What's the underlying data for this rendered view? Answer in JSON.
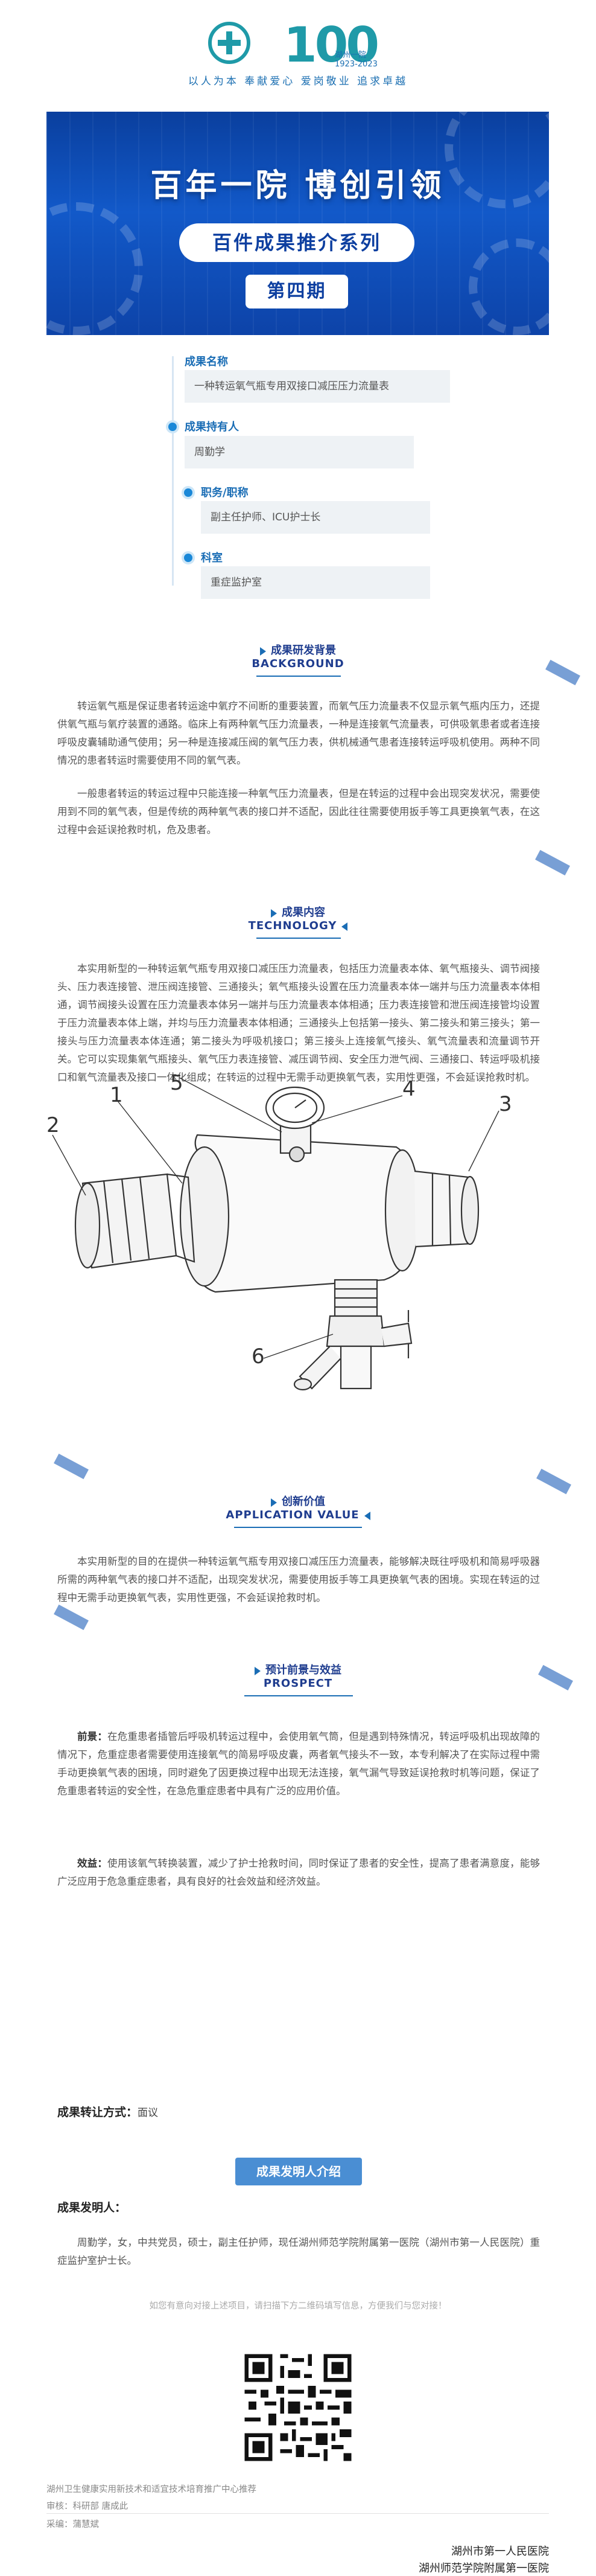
{
  "header": {
    "logo_number": "100",
    "logo_caption": "湖州一院",
    "logo_years": "1923-2023",
    "slogan": "以人为本   奉献爱心   爱岗敬业   追求卓越"
  },
  "banner": {
    "title": "百年一院 博创引领",
    "subtitle": "百件成果推介系列",
    "issue": "第四期"
  },
  "info": {
    "result_name_label": "成果名称",
    "result_name": "一种转运氧气瓶专用双接口减压压力流量表",
    "holder_label": "成果持有人",
    "holder": "周勤学",
    "title_label": "职务/职称",
    "title": "副主任护师、ICU护士长",
    "dept_label": "科室",
    "dept": "重症监护室"
  },
  "sections": {
    "background": {
      "cn": "成果研发背景",
      "en": "BACKGROUND"
    },
    "technology": {
      "cn": "成果内容",
      "en": "TECHNOLOGY"
    },
    "value": {
      "cn": "创新价值",
      "en": "APPLICATION VALUE"
    },
    "prospect": {
      "cn": "预计前景与效益",
      "en": "PROSPECT"
    }
  },
  "text": {
    "bg_p1": "转运氧气瓶是保证患者转运途中氧疗不间断的重要装置，而氧气压力流量表不仅显示氧气瓶内压力，还提供氧气瓶与氧疗装置的通路。临床上有两种氧气压力流量表，一种是连接氧气流量表，可供吸氧患者或者连接呼吸皮囊辅助通气使用；另一种是连接减压阀的氧气压力表，供机械通气患者连接转运呼吸机使用。两种不同情况的患者转运时需要使用不同的氧气表。",
    "bg_p2": "一般患者转运的转运过程中只能连接一种氧气压力流量表，但是在转运的过程中会出现突发状况，需要使用到不同的氧气表，但是传统的两种氧气表的接口并不适配，因此往往需要使用扳手等工具更换氧气表，在这过程中会延误抢救时机，危及患者。",
    "tech_p1": "本实用新型的一种转运氧气瓶专用双接口减压压力流量表，包括压力流量表本体、氧气瓶接头、调节阀接头、压力表连接管、泄压阀连接管、三通接头；氧气瓶接头设置在压力流量表本体一端并与压力流量表本体相通，调节阀接头设置在压力流量表本体另一端并与压力流量表本体相通；压力表连接管和泄压阀连接管均设置于压力流量表本体上端，并均与压力流量表本体相通；三通接头上包括第一接头、第二接头和第三接头；第一接头与压力流量表本体连通；第二接头为呼吸机接口；第三接头上连接氧气接头、氧气流量表和流量调节开关。它可以实现集氧气瓶接头、氧气压力表连接管、减压调节阀、安全压力泄气阀、三通接口、转运呼吸机接口和氧气流量表及接口一体化组成；在转运的过程中无需手动更换氧气表，实用性更强，不会延误抢救时机。",
    "value_p1": "本实用新型的目的在提供一种转运氧气瓶专用双接口减压压力流量表，能够解决既往呼吸机和简易呼吸器所需的两种氧气表的接口并不适配，出现突发状况，需要使用扳手等工具更换氧气表的困境。实现在转运的过程中无需手动更换氧气表，实用性更强，不会延误抢救时机。",
    "prospect_lbl1": "前景：",
    "prospect_p1": "在危重患者插管后呼吸机转运过程中，会使用氧气筒，但是遇到特殊情况，转运呼吸机出现故障的情况下，危重症患者需要使用连接氧气的简易呼吸皮囊，两者氧气接头不一致，本专利解决了在实际过程中需手动更换氧气表的困境，同时避免了因更换过程中出现无法连接，氧气漏气导致延误抢救时机等问题，保证了危重患者转运的安全性，在急危重症患者中具有广泛的应用价值。",
    "prospect_lbl2": "效益：",
    "prospect_p2": "使用该氧气转换装置，减少了护士抢救时间，同时保证了患者的安全性，提高了患者满意度，能够广泛应用于危急重症患者，具有良好的社会效益和经济效益。"
  },
  "diagram_labels": [
    "1",
    "2",
    "3",
    "4",
    "5",
    "6"
  ],
  "conversion": {
    "label": "成果转让方式：",
    "value": "面议"
  },
  "inventor": {
    "button": "成果发明人介绍",
    "label": "成果发明人：",
    "bio": "周勤学，女，中共党员，硕士，副主任护师，现任湖州师范学院附属第一医院（湖州市第一人民医院）重症监护室护士长。"
  },
  "contact": {
    "line1": "如您有意向对接上述项目，请扫描下方二维码填写信息，方便我们与您对接！"
  },
  "footer": {
    "org": "湖州卫生健康实用新技术和适宜技术培育推广中心推荐",
    "reviewer": "审核：科研部  唐成此",
    "editor": "采编：蒲慧斌",
    "sign1": "湖州市第一人民医院",
    "sign2": "湖州师范学院附属第一医院"
  }
}
